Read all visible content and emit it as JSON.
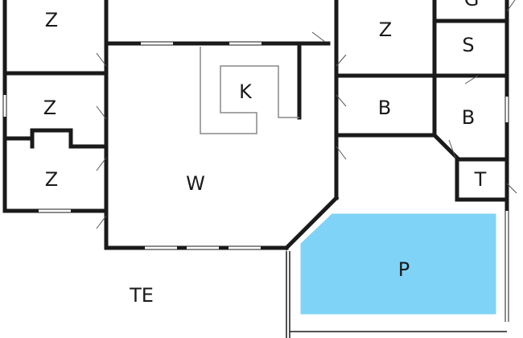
{
  "rooms": {
    "bedroom_top_left": "Z",
    "bedroom_left_middle": "Z",
    "bedroom_left_lower": "Z",
    "bedroom_right": "Z",
    "kitchen": "K",
    "living": "W",
    "bath_right": "B",
    "bath_far_right": "B",
    "storage": "S",
    "garage": "G",
    "toilet": "T",
    "pool": "P",
    "terrace": "TE"
  },
  "colors": {
    "pool_fill": "#7fd3f7",
    "wall": "#1a1a1a",
    "background": "#ffffff"
  }
}
